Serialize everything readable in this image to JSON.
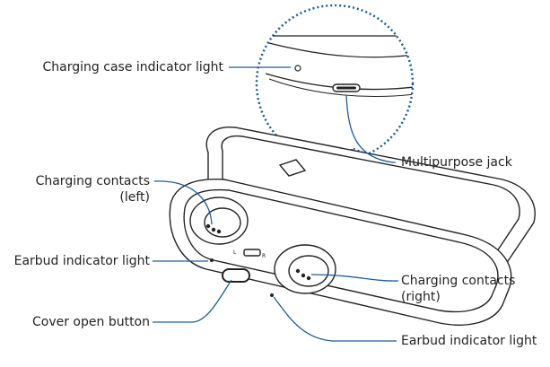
{
  "labels": {
    "charging_case_indicator_light": "Charging case indicator light",
    "multipurpose_jack": "Multipurpose jack",
    "charging_contacts_left_line1": "Charging contacts",
    "charging_contacts_left_line2": "(left)",
    "earbud_indicator_light_left": "Earbud indicator light",
    "charging_contacts_right_line1": "Charging contacts",
    "charging_contacts_right_line2": "(right)",
    "cover_open_button": "Cover open button",
    "earbud_indicator_light_right": "Earbud indicator light"
  },
  "colors": {
    "leader_line": "#1c5d99",
    "outline": "#222222",
    "dotted_circle": "#1c5d99",
    "text": "#222222"
  }
}
